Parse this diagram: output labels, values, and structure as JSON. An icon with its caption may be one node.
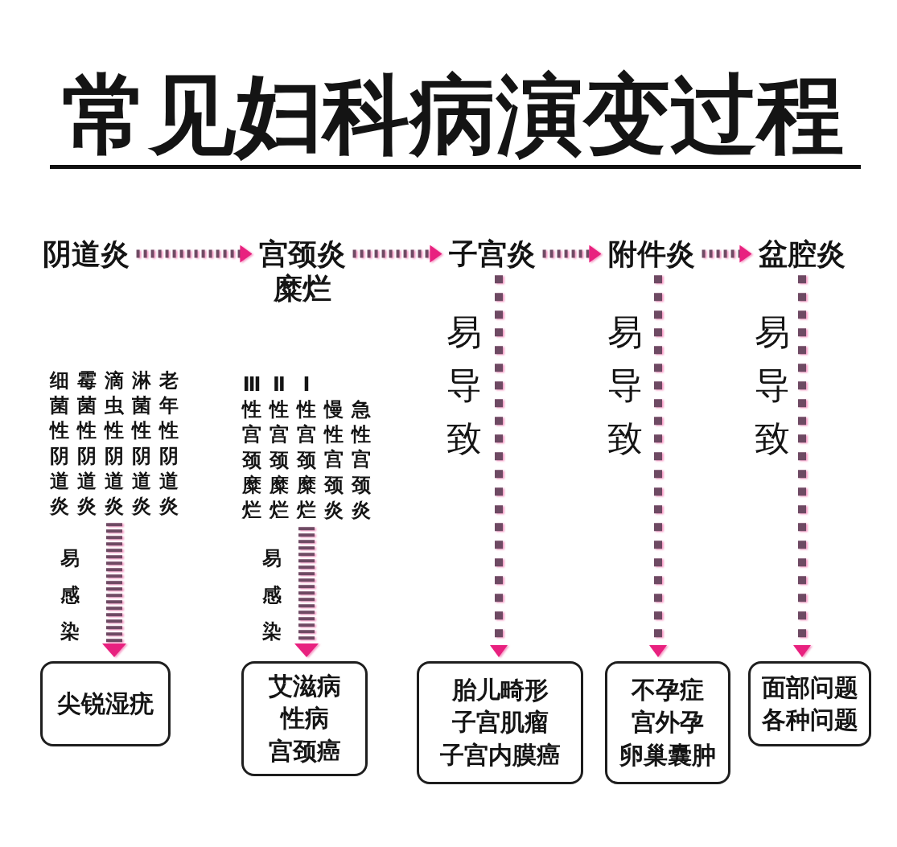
{
  "diagram": {
    "title": "常见妇科病演变过程",
    "nodes": [
      {
        "text": [
          "阴道炎"
        ]
      },
      {
        "text": [
          "宫颈炎糜烂"
        ]
      },
      {
        "text": [
          "子宫炎"
        ]
      },
      {
        "text": [
          "附件炎"
        ]
      },
      {
        "text": [
          "盆腔炎"
        ]
      },
      {
        "text": [
          "细菌性阴道炎"
        ]
      },
      {
        "text": [
          "霉菌性阴道炎"
        ]
      },
      {
        "text": [
          "滴虫性阴道炎"
        ]
      },
      {
        "text": [
          "淋菌性阴道炎"
        ]
      },
      {
        "text": [
          "老年性阴道炎"
        ]
      },
      {
        "text": [
          "Ⅲ性宫颈糜烂"
        ]
      },
      {
        "text": [
          "Ⅱ性宫颈糜烂"
        ]
      },
      {
        "text": [
          "Ⅰ性宫颈糜烂"
        ]
      },
      {
        "text": [
          "慢性宫颈炎"
        ]
      },
      {
        "text": [
          "急性宫颈炎"
        ]
      },
      {
        "text": [
          "尖锐湿疣"
        ]
      },
      {
        "text": [
          "艾滋病",
          "性病",
          "宫颈癌"
        ]
      },
      {
        "text": [
          "胎儿畸形",
          "子宫肌瘤",
          "子宫内膜癌"
        ]
      },
      {
        "text": [
          "不孕症",
          "宫外孕",
          "卵巢囊肿"
        ]
      },
      {
        "text": [
          "面部问题",
          "各种问题"
        ]
      }
    ],
    "edges": [
      {
        "from": 0,
        "to": 1,
        "arrow": "to",
        "style": "dashed"
      },
      {
        "from": 1,
        "to": 2,
        "arrow": "to",
        "style": "dashed"
      },
      {
        "from": 2,
        "to": 3,
        "arrow": "to",
        "style": "dashed"
      },
      {
        "from": 3,
        "to": 4,
        "arrow": "to",
        "style": "dashed"
      },
      {
        "from": 7,
        "to": 15,
        "arrow": "to",
        "label": "易感染",
        "style": "dashed"
      },
      {
        "from": 12,
        "to": 16,
        "arrow": "to",
        "label": "易感染",
        "style": "dashed"
      },
      {
        "from": 2,
        "to": 17,
        "arrow": "to",
        "label": "易导致",
        "style": "dashed"
      },
      {
        "from": 3,
        "to": 18,
        "arrow": "to",
        "label": "易导致",
        "style": "dashed"
      },
      {
        "from": 4,
        "to": 19,
        "arrow": "to",
        "label": "易导致",
        "style": "dashed"
      }
    ]
  }
}
